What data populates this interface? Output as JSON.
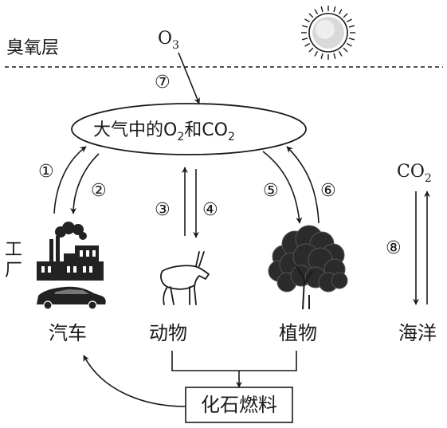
{
  "ozone_layer": "臭氧层",
  "o3": {
    "main": "O",
    "sub": "3"
  },
  "atmosphere": {
    "prefix": "大气中的O",
    "sub1": "2",
    "mid": "和CO",
    "sub2": "2"
  },
  "ocean_co2": {
    "main": "CO",
    "sub": "2"
  },
  "factory": [
    "工",
    "厂"
  ],
  "nodes": {
    "car": "汽车",
    "animal": "动物",
    "plant": "植物",
    "ocean": "海洋"
  },
  "fossil_fuel": "化石燃料",
  "process_numbers": [
    "①",
    "②",
    "③",
    "④",
    "⑤",
    "⑥",
    "⑦",
    "⑧"
  ]
}
